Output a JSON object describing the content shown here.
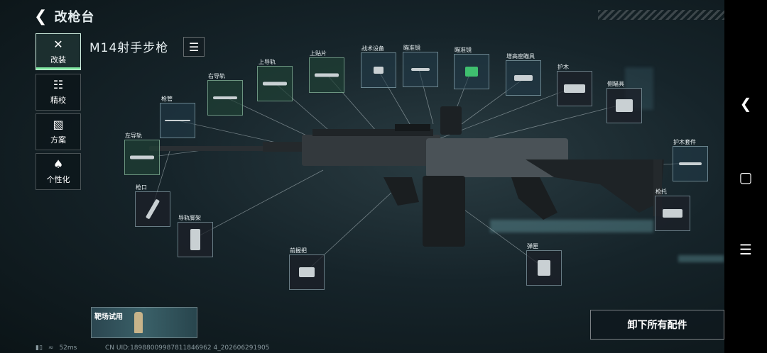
{
  "header": {
    "back_icon": "back-arrow-icon",
    "title": "改枪台"
  },
  "sidebar": [
    {
      "label": "改装",
      "icon": "wrench-icon",
      "glyph": "✕",
      "active": true
    },
    {
      "label": "精校",
      "icon": "sliders-icon",
      "glyph": "☷",
      "active": false
    },
    {
      "label": "方案",
      "icon": "blueprint-icon",
      "glyph": "▧",
      "active": false
    },
    {
      "label": "个性化",
      "icon": "spray-can-icon",
      "glyph": "♠",
      "active": false
    }
  ],
  "weapon": {
    "name": "M14射手步枪"
  },
  "slots": {
    "left_rail": "左导轨",
    "barrel": "枪管",
    "right_rail": "右导轨",
    "upper_rail": "上导轨",
    "top_plate": "上贴片",
    "tactical": "战术设备",
    "scope1": "瞄准镜",
    "scope2": "瞄准镜",
    "riser": "增高座瞄具",
    "handguard": "护木",
    "side_sight": "侧瞄具",
    "handguard_kit": "护木套件",
    "stock": "枪托",
    "muzzle": "枪口",
    "rail_bipod": "导轨脚架",
    "foregrip": "前握把",
    "magazine": "弹匣"
  },
  "range": {
    "label": "靶场试用"
  },
  "unload_button": {
    "label": "卸下所有配件"
  },
  "status": {
    "ping": "52ms",
    "uid": "CN UID:18988009987811846962 4_202606291905"
  },
  "colors": {
    "active_accent": "#7fe6a0",
    "slot_bg": "#233c4b",
    "background": "#16242a"
  }
}
